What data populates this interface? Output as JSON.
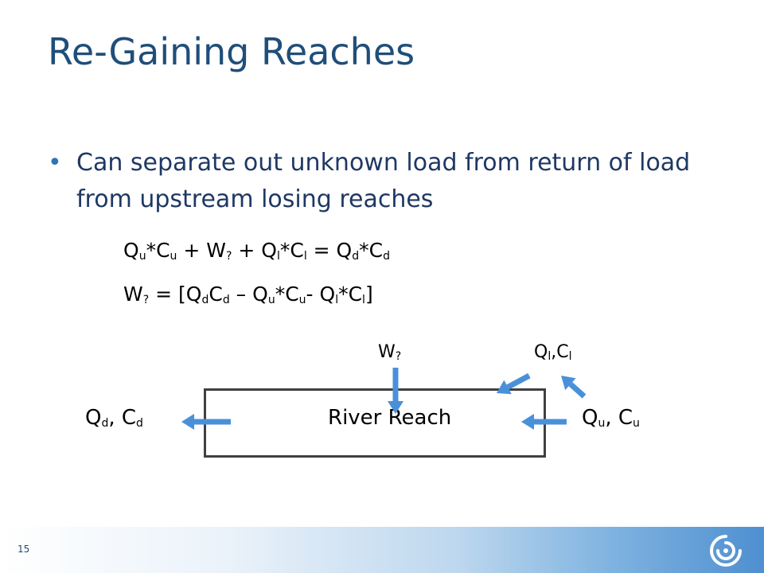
{
  "slide": {
    "title": "Re-Gaining Reaches",
    "bullet": "Can separate out unknown load from return of load from upstream losing reaches",
    "page_number": "15"
  },
  "equation1": {
    "Q1": "Q",
    "s1": "u",
    "m1": "*",
    "C1": "C",
    "s2": "u",
    "plus1": " + ",
    "W": "W",
    "s3": "?",
    "plus2": " + ",
    "Q2": "Q",
    "s4": "l",
    "m2": "*",
    "C2": "C",
    "s5": "l",
    "eqs": " = ",
    "Q3": "Q",
    "s6": "d",
    "m3": "*",
    "C3": "C",
    "s7": "d"
  },
  "equation2": {
    "W": "W",
    "s1": "?",
    "eqs": " = [",
    "Q1": "Q",
    "s2": "d",
    "C1": "C",
    "s3": "d",
    "dash": " – ",
    "Q2": "Q",
    "s4": "u",
    "m1": "*",
    "C2": "C",
    "s5": "u",
    "minus": "- ",
    "Q3": "Q",
    "s6": "l",
    "m2": "*",
    "C3": "C",
    "s7": "l",
    "close": "]"
  },
  "diagram": {
    "reach_label": "River Reach",
    "downstream": {
      "Q": "Q",
      "qs": "d",
      "sep": ", ",
      "C": "C",
      "cs": "d"
    },
    "upstream": {
      "Q": "Q",
      "qs": "u",
      "sep": ", ",
      "C": "C",
      "cs": "u"
    },
    "unknown": {
      "W": "W",
      "ws": "?"
    },
    "lateral": {
      "Q": "Q",
      "qs": "l",
      "sep": ",",
      "C": "C",
      "cs": "l"
    },
    "arrow_color": "#4a90d9"
  }
}
